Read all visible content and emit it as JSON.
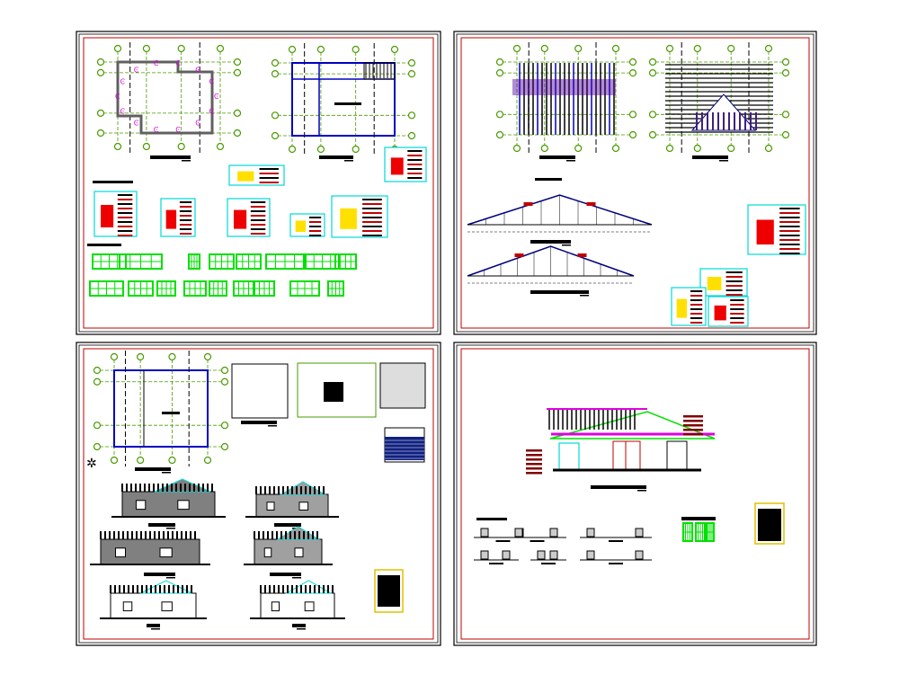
{
  "sheets": [
    {
      "id": "sheet-1",
      "content": [
        "foundation-plan",
        "floor-plan",
        "construction-details",
        "window-door-schedule"
      ]
    },
    {
      "id": "sheet-2",
      "content": [
        "roof-framing-plan",
        "roof-plan",
        "roof-truss-elevations",
        "roof-details"
      ]
    },
    {
      "id": "sheet-3",
      "content": [
        "furnished-floor-plan",
        "site-plan",
        "location-map",
        "elevations",
        "legend-table"
      ]
    },
    {
      "id": "sheet-4",
      "content": [
        "building-section",
        "door-window-details",
        "schedule-table"
      ]
    }
  ],
  "colors": {
    "frame": "#000000",
    "inner_border": "#c00000",
    "grid_axis": "#4a9a00",
    "walls": "#0000c0",
    "annotations": "#c00000",
    "windows": "#00e000",
    "details_frame": "#00d8d8",
    "columns": "#e000e0",
    "roof": "#000080"
  }
}
